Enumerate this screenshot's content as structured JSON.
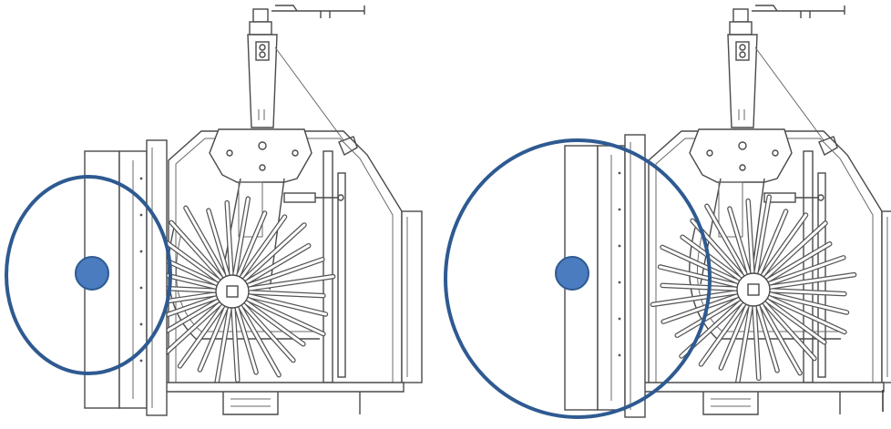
{
  "diagram": {
    "panels": [
      {
        "name": "left",
        "circle_position": "left",
        "marker_position": "inner"
      },
      {
        "name": "right",
        "circle_position": "left",
        "marker_position": "inner"
      }
    ],
    "colors": {
      "line": "#4a4a4a",
      "circle": "#2e5a91",
      "marker": "#4a7cbf",
      "marker_stroke": "#2e5a91",
      "background": "#ffffff"
    },
    "spoke_count": 30
  }
}
